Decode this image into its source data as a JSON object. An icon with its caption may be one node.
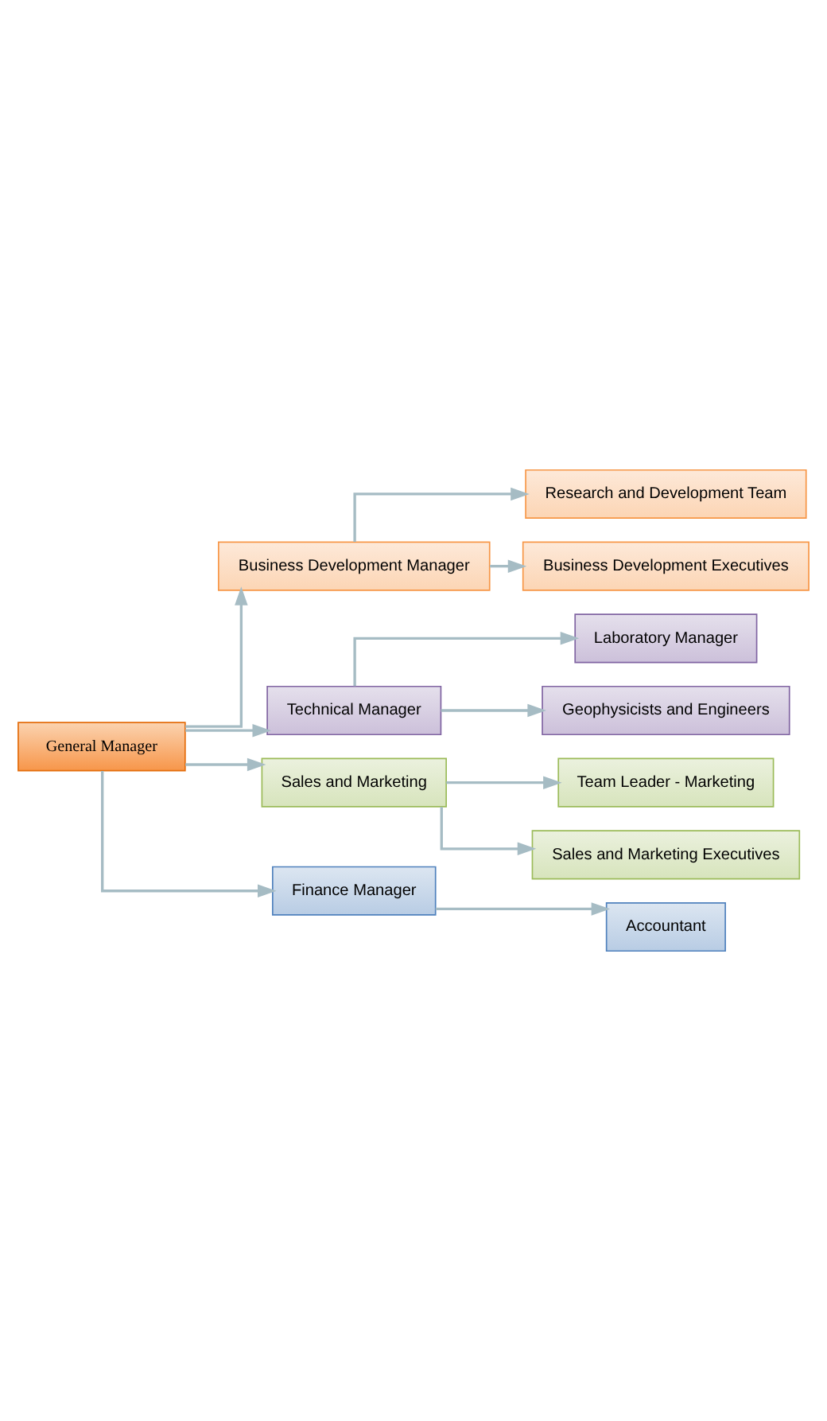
{
  "diagram": {
    "nodes": [
      {
        "text": [
          "General Manager"
        ]
      },
      {
        "text": [
          "Business Development Manager"
        ]
      },
      {
        "text": [
          "Research and Development Team"
        ]
      },
      {
        "text": [
          "Business Development Executives"
        ]
      },
      {
        "text": [
          "Technical Manager"
        ]
      },
      {
        "text": [
          "Laboratory Manager"
        ]
      },
      {
        "text": [
          "Geophysicists and Engineers"
        ]
      },
      {
        "text": [
          "Sales and Marketing"
        ]
      },
      {
        "text": [
          "Team Leader - Marketing"
        ]
      },
      {
        "text": [
          "Sales and Marketing Executives"
        ]
      },
      {
        "text": [
          "Finance Manager"
        ]
      },
      {
        "text": [
          "Accountant"
        ]
      }
    ],
    "edges": [
      {
        "from": 0,
        "to": 1,
        "arrow": "to"
      },
      {
        "from": 1,
        "to": 2,
        "arrow": "to"
      },
      {
        "from": 1,
        "to": 3,
        "arrow": "to"
      },
      {
        "from": 0,
        "to": 4,
        "arrow": "to"
      },
      {
        "from": 4,
        "to": 5,
        "arrow": "to"
      },
      {
        "from": 4,
        "to": 6,
        "arrow": "to"
      },
      {
        "from": 0,
        "to": 7,
        "arrow": "to"
      },
      {
        "from": 7,
        "to": 8,
        "arrow": "to"
      },
      {
        "from": 7,
        "to": 9,
        "arrow": "to"
      },
      {
        "from": 0,
        "to": 10,
        "arrow": "to"
      },
      {
        "from": 10,
        "to": 11,
        "arrow": "to"
      }
    ]
  }
}
